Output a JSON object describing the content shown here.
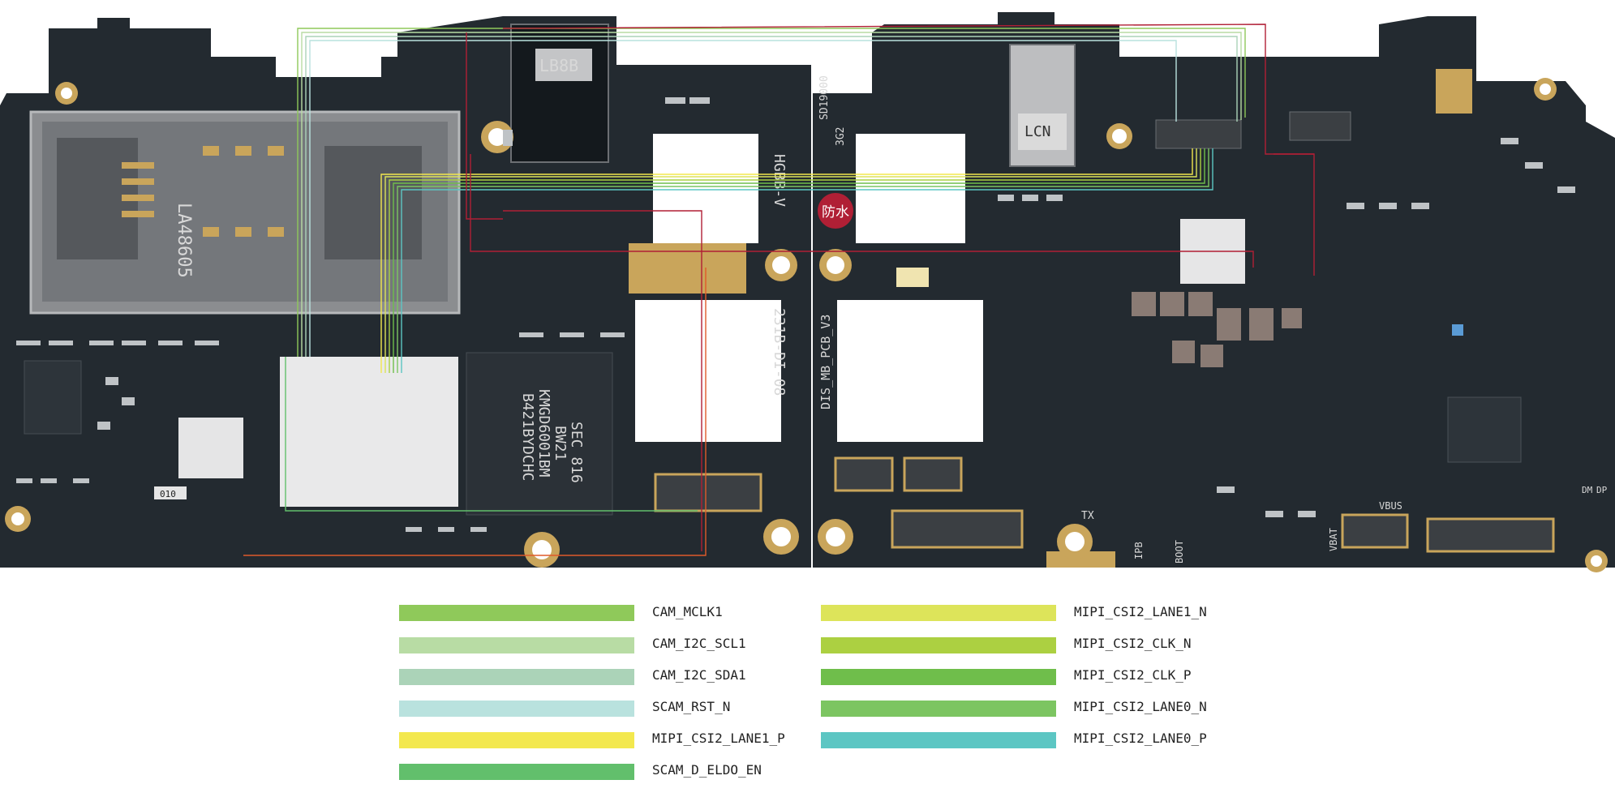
{
  "legend": [
    {
      "label": "CAM_MCLK1",
      "color": "#8fc95a"
    },
    {
      "label": "CAM_I2C_SCL1",
      "color": "#b8dca4"
    },
    {
      "label": "CAM_I2C_SDA1",
      "color": "#abd3b8"
    },
    {
      "label": "SCAM_RST_N",
      "color": "#b9e2de"
    },
    {
      "label": "MIPI_CSI2_LANE1_P",
      "color": "#f3e84e"
    },
    {
      "label": "SCAM_D_ELDO_EN",
      "color": "#62bf6c"
    },
    {
      "label": "MIPI_CSI2_LANE1_N",
      "color": "#dde45a"
    },
    {
      "label": "MIPI_CSI2_CLK_N",
      "color": "#acd041"
    },
    {
      "label": "MIPI_CSI2_CLK_P",
      "color": "#6fbe4b"
    },
    {
      "label": "MIPI_CSI2_LANE0_N",
      "color": "#7cc561"
    },
    {
      "label": "MIPI_CSI2_LANE0_P",
      "color": "#5cc6c3"
    }
  ],
  "board_text": {
    "sim": "LA48605",
    "rear_cam": "LB8B",
    "front_cam": "LCN",
    "pcb_left_a": "HGBB-V",
    "pcb_left_b": "231B-DI-08",
    "pcb_right": "DIS_MB_PCB_V3",
    "part_id": "SD19000",
    "part_rev": "3G2",
    "waterproof": "防水",
    "emmc_1": "SEC 816",
    "emmc_2": "BW21",
    "emmc_3": "KMGD6001BM",
    "emmc_4": "B421BYDCHC",
    "ic_left": "010",
    "tp_tx": "TX",
    "tp_boot": "BOOT",
    "tp_vbat": "VBAT",
    "tp_vbus": "VBUS",
    "tp_dm": "DM",
    "tp_dp": "DP",
    "tp_ipb": "IPB"
  },
  "colors": {
    "pcb": "#232a30",
    "pcb_dark": "#1a2025",
    "gold": "#c9a55b",
    "trace_red": "#b01f35"
  }
}
